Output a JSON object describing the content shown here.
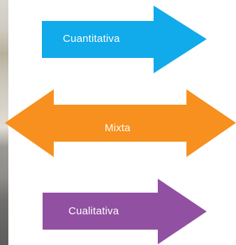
{
  "arrows": [
    {
      "label": "Cuantitativa",
      "color": "#11aaea"
    },
    {
      "label": "Mixta",
      "color": "#f7901e"
    },
    {
      "label": "Cualitativa",
      "color": "#9250a3"
    }
  ]
}
